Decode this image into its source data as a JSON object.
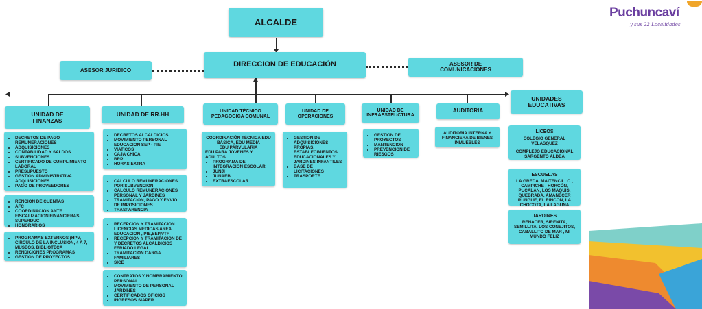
{
  "top": {
    "alcalde": "ALCALDE",
    "direccion": "DIRECCION DE EDUCACIÒN",
    "asesor_juridico": "ASESOR JURIDICO",
    "asesor_comunicaciones": "ASESOR DE COMUNICACIONES"
  },
  "logo": {
    "name": "Puchuncaví",
    "tagline": "y sus 22 Localidades"
  },
  "units": {
    "finanzas": "UNIDAD DE FINANZAS",
    "rrhh": "UNIDAD DE RR.HH",
    "tecnico": "UNIDAD TÉCNICO PEDAGOGICA COMUNAL",
    "operaciones": "UNIDAD DE OPERACIONES",
    "infraestructura": "UNIDAD DE INFRAESTRUCTURA",
    "auditoria": "AUDITORIA",
    "educativas": "UNIDADES EDUCATIVAS"
  },
  "finanzas_lists": [
    [
      "DECRETOS DE PAGO REMUNERACIONES",
      "ADQUISICIONES",
      "CONTABILIDAD Y SALDOS",
      "SUBVENCIONES",
      "CERTIFICADO DE CUMPLIMIENTO LABORAL",
      "PRESUPUESTO",
      "GESTION ADMINISTRATIVA ADQUISICIONES",
      "PAGO DE PROVEEDORES"
    ],
    [
      "RENCION DE CUENTAS",
      "AFC",
      "COORDINACION ANTE FISCALIZACION FINANCIERAS SUPERDUC",
      "HONORARIOS"
    ],
    [
      "PROGRAMAS EXTERNOS (HPV, CIRCULO DE LA INCLUSIÓN, 4 A 7, MUSEOS, BIBLIOTECA",
      "RENDICIONES PROGRAMAS",
      "GESTION DE PROYECTOS"
    ]
  ],
  "rrhh_lists": [
    [
      "DECRETOS ALCALDICIOS",
      "MOVIMIENTO PERSONAL EDUCACION SEP - PIE",
      "VIATICOS",
      "CAJA CHICA",
      "BRP",
      "HORAS EXTRA"
    ],
    [
      "CALCULO REMUNERACIONES POR SUBVENCION",
      "CALCULO REMUNERACIONES PERSONAL Y JARDINES",
      "TRAMITACION, PAGO Y ENVIO DE IMPOSICIONES",
      "TRASPARENCIA"
    ],
    [
      "RECEPCION Y TRAMITACION LICENCIAS MEDICAS AREA EDUCACION , PIE,SEP,VTF",
      "RECEPCION Y TRAMITACION DE Y DECRETOS ALCALDICIOS FERIADO LEGAL",
      "TRAMITACION CARGA FAMILIARES",
      "SICE"
    ],
    [
      "CONTRATOS Y NOMBRAMIENTO PERSONAL",
      "MOVIMIENTO DE PERSONAL JARDINES",
      "CERTIFICADOS OFICIOS",
      "INGRESOS SIAPER"
    ]
  ],
  "tecnico_list": {
    "intro": [
      "COORDINACIÓN TÉCNICA EDU BÁSICA, EDU MEDIA",
      "EDU PARVULARIA",
      "EDU PARA JOVENES Y ADULTOS"
    ],
    "items": [
      "PROGRAMA DE INTEGRACIÓN ESCOLAR",
      "JUNJI",
      "JUNAEB",
      "EXTRAESCOLAR"
    ]
  },
  "operaciones_list": [
    "GESTION DE ADQUISICIONES PROPIAS, ESTABLECIMIENTOS EDUCACIONALES Y JARDINES INFANTILES",
    "BASE DE LICITACIONES",
    "TRASPORTE"
  ],
  "infraestructura_list": [
    "GESTION DE PROYECTOS",
    "MANTENCION",
    "PREVENCION DE RIESGOS"
  ],
  "auditoria_text": "AUDITORIA INTERNA Y FINANCIERA DE BIENES INMUEBLES",
  "liceos": {
    "title": "LICEOS",
    "items": [
      "COLEGIO GENERAL VELASQUEZ",
      "COMPLEJO EDUCACIONAL SARGENTO ALDEA"
    ]
  },
  "escuelas": {
    "title": "ESCUELAS",
    "text": "LA GREDA, MAITENCILLO , CAMPICHE , HORCÓN, PUCALAN, LOS MAQUIS, QUEBRADA, AMANECER RUNGUE, EL RINCON, LA CHOCOTA, LA LAGUNA"
  },
  "jardines": {
    "title": "JARDINES",
    "text": "RENACER, SIRENITA, SEMILLITA, LOS CONEJITOS, CABALLITO DE MAR , MI MUNDO FELIZ"
  },
  "colors": {
    "box": "#5fd8e0",
    "line": "#2a2a2a",
    "logo_orange": "#f0a52a",
    "logo_purple": "#6b3fa0"
  }
}
